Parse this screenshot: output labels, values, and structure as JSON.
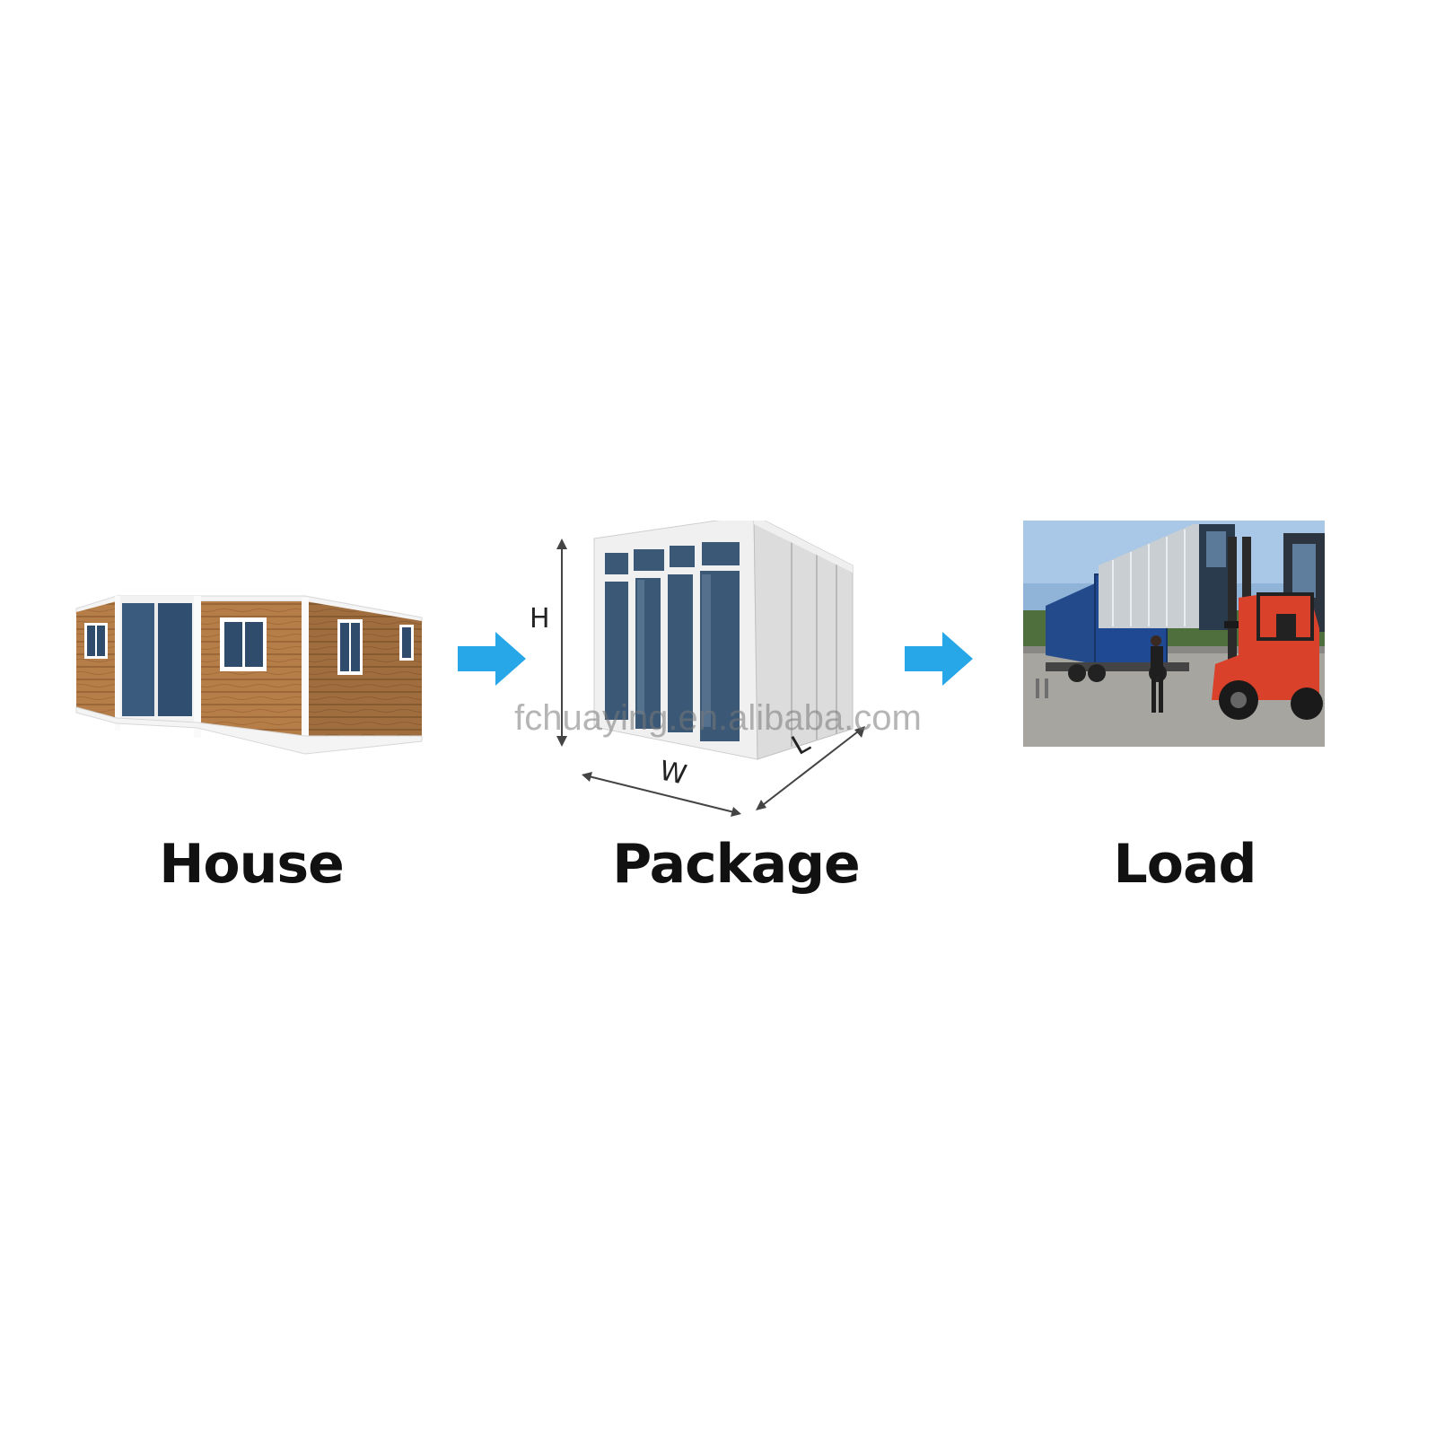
{
  "steps": [
    {
      "label": "House"
    },
    {
      "label": "Package"
    },
    {
      "label": "Load"
    }
  ],
  "dimensions": {
    "height": "H",
    "width": "W",
    "length": "L"
  },
  "watermark": "fchuaying.en.alibaba.com",
  "colors": {
    "arrow": "#27a6e8",
    "wood": "#b07a45",
    "frame": "#f2f2f2",
    "glass": "#3a5a7c",
    "forklift": "#d9412b"
  }
}
